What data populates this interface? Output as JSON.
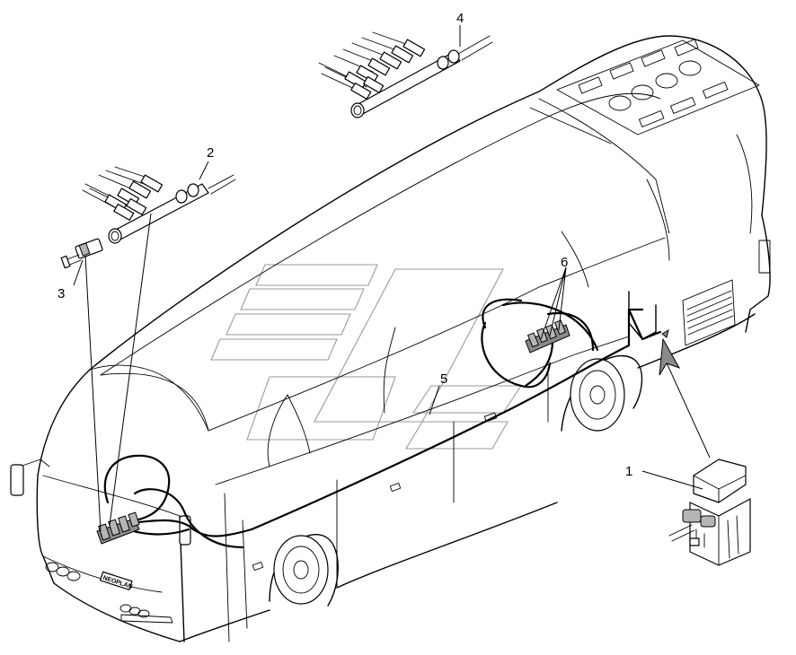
{
  "callouts": [
    {
      "id": "callout-1",
      "text": "1"
    },
    {
      "id": "callout-2",
      "text": "2"
    },
    {
      "id": "callout-3",
      "text": "3"
    },
    {
      "id": "callout-4",
      "text": "4"
    },
    {
      "id": "callout-5",
      "text": "5"
    },
    {
      "id": "callout-6",
      "text": "6"
    }
  ],
  "bus": {
    "front_badge_text": "NEOPLAN"
  },
  "colors": {
    "line": "#000000",
    "background": "#ffffff",
    "component_fill": "#8a8a8a",
    "watermark": "#9a9a9a"
  }
}
